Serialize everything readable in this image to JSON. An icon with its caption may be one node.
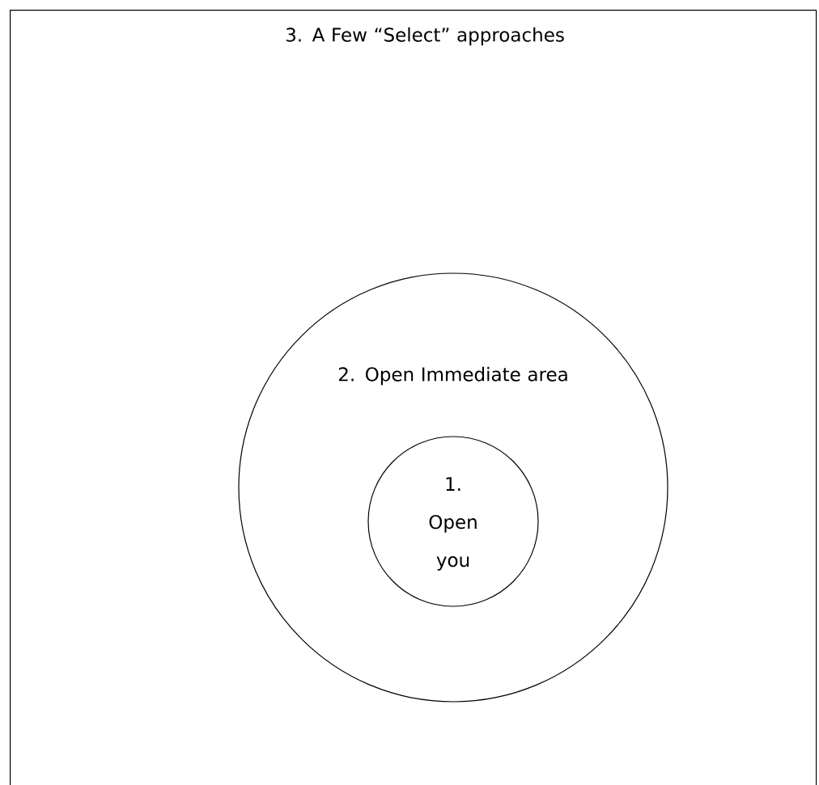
{
  "diagram": {
    "nodes": [
      {
        "text": [
          "3. A Few “Select” approaches"
        ]
      },
      {
        "text": [
          "2. Open Immediate area"
        ],
        "in": 0
      },
      {
        "text": [
          "1. Open you"
        ],
        "in": 1
      }
    ]
  }
}
